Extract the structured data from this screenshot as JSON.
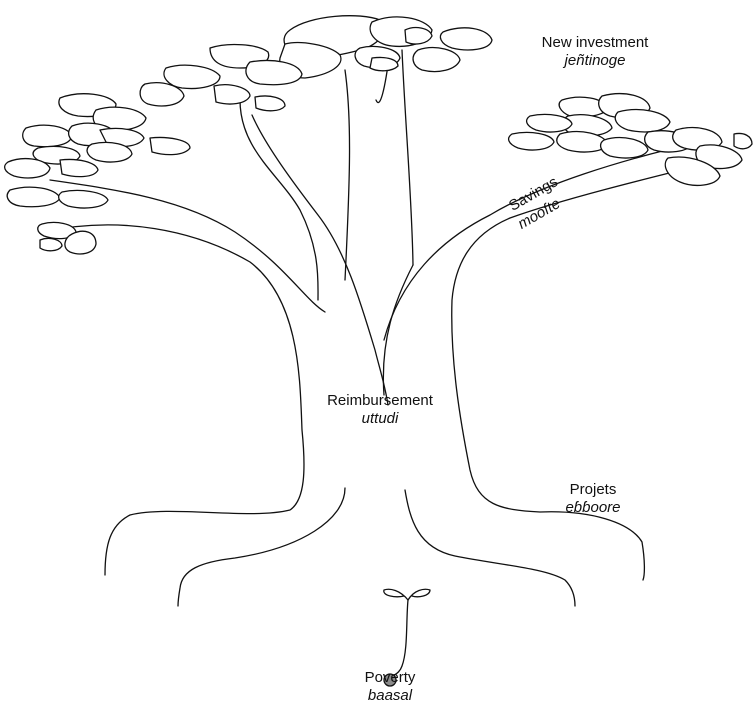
{
  "labels": {
    "new_investment": {
      "english": "New investment",
      "fulfulde": "jeñtinoge"
    },
    "savings": {
      "english": "Savings",
      "fulfulde": "moofte"
    },
    "reimbursement": {
      "english": "Reimbursement",
      "fulfulde": "uttudi"
    },
    "projects": {
      "english": "Projets",
      "fulfulde": "eɓɓoore"
    },
    "poverty": {
      "english": "Poverty",
      "fulfulde": "baasal"
    }
  },
  "colors": {
    "ink": "#111111",
    "background": "#ffffff",
    "seed": "#8a8a8a"
  }
}
